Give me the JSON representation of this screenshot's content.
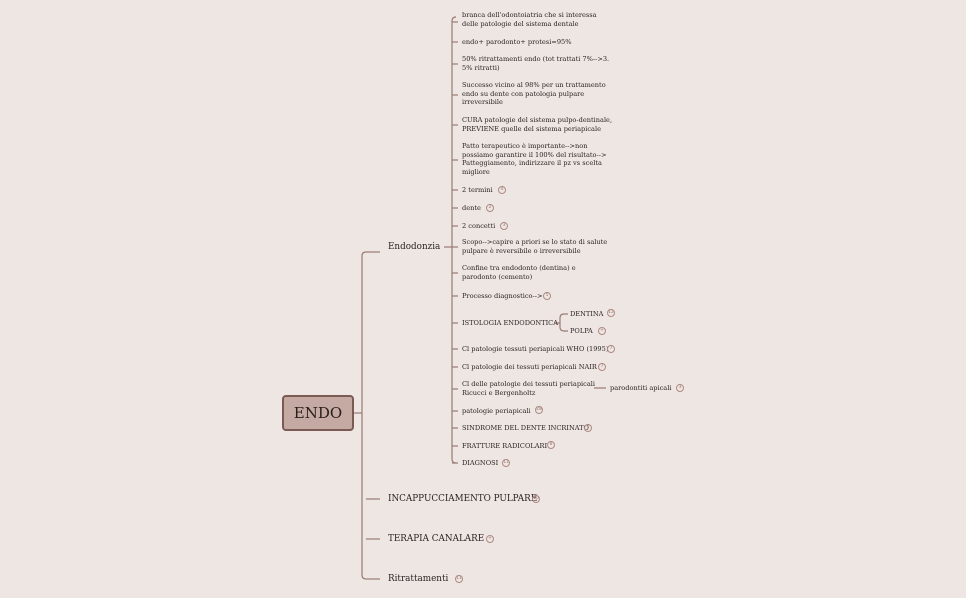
{
  "root": {
    "label": "ENDO"
  },
  "branches": [
    {
      "label": "Endodonzia"
    },
    {
      "label": "INCAPPUCCIAMENTO PULPARE",
      "badge": "10"
    },
    {
      "label": "TERAPIA CANALARE",
      "badge": "+"
    },
    {
      "label": "Ritrattamenti",
      "badge": "11"
    }
  ],
  "endodonzia_children": [
    {
      "label": "branca dell'odontoiatria che si interessa\ndelle patologie del sistema dentale"
    },
    {
      "label": "endo+ parodonto+ protesi=95%"
    },
    {
      "label": "50% ritrattamenti endo (tot trattati 7%-->3.\n5% ritratti)"
    },
    {
      "label": "Successo vicino al 98% per un trattamento\nendo su dente con patologia pulpare\nirreversibile"
    },
    {
      "label": "CURA patologie del sistema pulpo-dentinale,\nPREVIENE quelle del sistema periapicale"
    },
    {
      "label": "Patto terapeutico è importante-->non\npossiamo garantire il 100% del risultato-->\nPatteggiamento, indirizzare il pz vs scelta\nmigliore"
    },
    {
      "label": "2 termini",
      "badge": "4"
    },
    {
      "label": "dente",
      "badge": "2"
    },
    {
      "label": "2 concetti",
      "badge": "3"
    },
    {
      "label": "Scopo-->capire a priori se lo stato di salute\npulpare è reversibile o irreversibile"
    },
    {
      "label": "Confine tra endodonto (dentina) e\nparodonto (cemento)"
    },
    {
      "label": "Processo diagnostico-->",
      "badge": "5"
    },
    {
      "label": "ISTOLOGIA ENDODONTICA"
    },
    {
      "label": "Cl patologie tessuti periapicali WHO (1995)",
      "badge": "7"
    },
    {
      "label": "Cl patologie dei tessuti periapicali NAIR",
      "badge": "7"
    },
    {
      "label": "Cl delle patologie dei tessuti periapicali\nRicucci e Bergenholtz"
    },
    {
      "label": "patologie periapicali",
      "badge": "28"
    },
    {
      "label": "SINDROME DEL DENTE INCRINATO",
      "badge": "7"
    },
    {
      "label": "FRATTURE RADICOLARI",
      "badge": "8"
    },
    {
      "label": "DIAGNOSI",
      "badge": "11"
    }
  ],
  "istologia_children": [
    {
      "label": "DENTINA",
      "badge": "12"
    },
    {
      "label": "POLPA",
      "badge": "+"
    }
  ],
  "ricucci_children": [
    {
      "label": "parodontiti apicali",
      "badge": "3"
    }
  ],
  "colors": {
    "background": "#ede6e3",
    "root_fill": "#c4aaa3",
    "line": "#9a7a73"
  }
}
